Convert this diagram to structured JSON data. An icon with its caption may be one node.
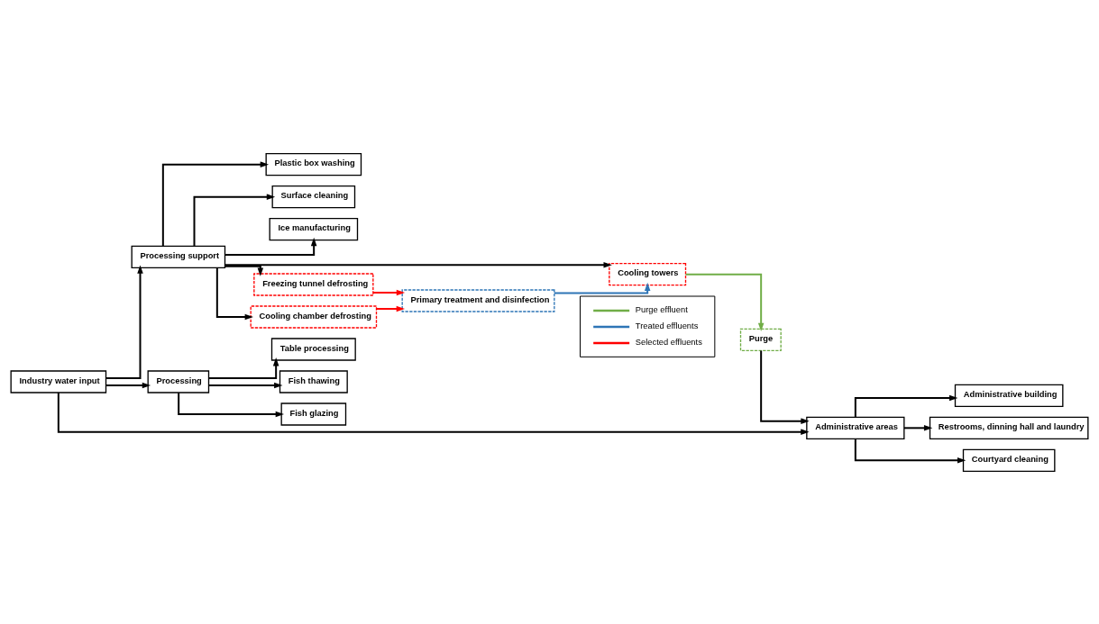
{
  "diagram": {
    "nodes": [
      {
        "text": [
          "Industry water input"
        ]
      },
      {
        "text": [
          "Processing support"
        ]
      },
      {
        "text": [
          "Processing"
        ]
      },
      {
        "text": [
          "Table processing"
        ]
      },
      {
        "text": [
          "Fish thawing"
        ]
      },
      {
        "text": [
          "Fish glazing"
        ]
      },
      {
        "text": [
          "Plastic box washing"
        ]
      },
      {
        "text": [
          "Surface cleaning"
        ]
      },
      {
        "text": [
          "Ice manufacturing"
        ]
      },
      {
        "text": [
          "Administrative areas"
        ]
      },
      {
        "text": [
          "Administrative building"
        ]
      },
      {
        "text": [
          "Restrooms, dinning hall and laundry"
        ]
      },
      {
        "text": [
          "Courtyard cleaning"
        ]
      },
      {
        "text": [
          "Cooling towers"
        ]
      },
      {
        "text": [
          "Purge"
        ]
      },
      {
        "text": [
          "Freezing tunnel defrosting"
        ]
      },
      {
        "text": [
          "Primary treatment and disinfection"
        ]
      },
      {
        "text": [
          "Cooling chamber defrosting"
        ]
      }
    ],
    "edges": [
      {
        "from": 0,
        "to": 1,
        "arrow": "to"
      },
      {
        "from": 0,
        "to": 2,
        "arrow": "to"
      },
      {
        "from": 0,
        "to": 9,
        "arrow": "to"
      },
      {
        "from": 2,
        "to": 3,
        "arrow": "to"
      },
      {
        "from": 2,
        "to": 4,
        "arrow": "to"
      },
      {
        "from": 2,
        "to": 5,
        "arrow": "to"
      },
      {
        "from": 1,
        "to": 6,
        "arrow": "to"
      },
      {
        "from": 1,
        "to": 7,
        "arrow": "to"
      },
      {
        "from": 1,
        "to": 8,
        "arrow": "to"
      },
      {
        "from": 1,
        "to": 13,
        "arrow": "to"
      },
      {
        "from": 1,
        "to": 15,
        "arrow": "to"
      },
      {
        "from": 1,
        "to": 17,
        "arrow": "to"
      },
      {
        "from": 9,
        "to": 10,
        "arrow": "to"
      },
      {
        "from": 9,
        "to": 11,
        "arrow": "to"
      },
      {
        "from": 9,
        "to": 12,
        "arrow": "to"
      },
      {
        "from": 13,
        "to": 14,
        "arrow": "to",
        "color": "#70ad47"
      },
      {
        "from": 14,
        "to": 9,
        "arrow": "to"
      },
      {
        "from": 16,
        "to": 13,
        "arrow": "to",
        "color": "#2e75b6"
      },
      {
        "from": 15,
        "to": 16,
        "arrow": "to",
        "color": "#ff0000"
      },
      {
        "from": 17,
        "to": 16,
        "arrow": "to",
        "color": "#ff0000"
      }
    ],
    "legend": [
      {
        "text": "Purge effluent",
        "color": "#70ad47"
      },
      {
        "text": "Treated effluents",
        "color": "#2e75b6"
      },
      {
        "text": "Selected effluents",
        "color": "#ff0000"
      }
    ]
  }
}
